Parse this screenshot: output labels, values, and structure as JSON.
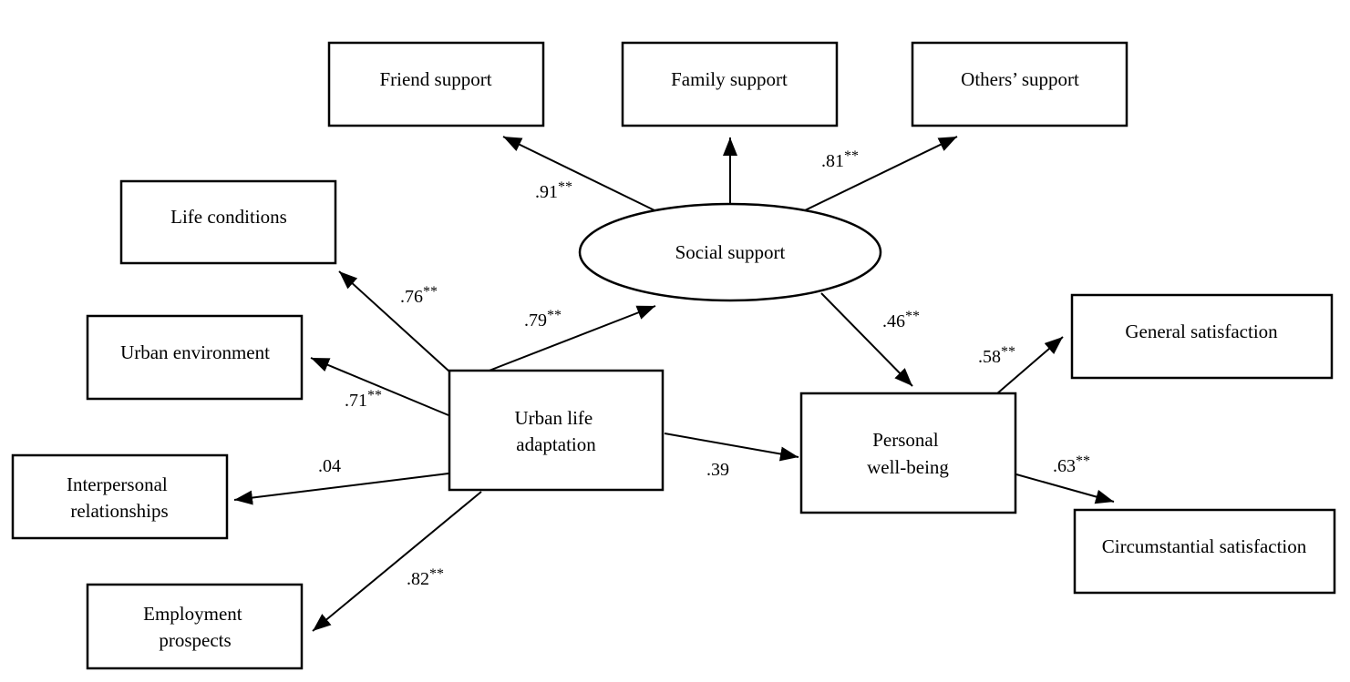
{
  "diagram": {
    "nodes": {
      "friend_support": {
        "lines": [
          "Friend support"
        ]
      },
      "family_support": {
        "lines": [
          "Family support"
        ]
      },
      "others_support": {
        "lines": [
          "Others’ support"
        ]
      },
      "life_conditions": {
        "lines": [
          "Life conditions"
        ]
      },
      "social_support": {
        "lines": [
          "Social support"
        ]
      },
      "urban_environment": {
        "lines": [
          "Urban environment"
        ]
      },
      "general_satisfaction": {
        "lines": [
          "General satisfaction"
        ]
      },
      "urban_life_adaptation": {
        "lines": [
          "Urban life",
          "adaptation"
        ]
      },
      "personal_well_being": {
        "lines": [
          "Personal",
          "well-being"
        ]
      },
      "interpersonal_relationships": {
        "lines": [
          "Interpersonal",
          "relationships"
        ]
      },
      "circumstantial_satisfaction": {
        "lines": [
          "Circumstantial satisfaction"
        ]
      },
      "employment_prospects": {
        "lines": [
          "Employment",
          "prospects"
        ]
      }
    },
    "paths": {
      "ss_friend": {
        "coef": ".91",
        "sig": "**"
      },
      "ss_family": {
        "coef": "",
        "sig": ""
      },
      "ss_others": {
        "coef": ".81",
        "sig": "**"
      },
      "ula_life": {
        "coef": ".76",
        "sig": "**"
      },
      "ula_ss": {
        "coef": ".79",
        "sig": "**"
      },
      "ss_pwb": {
        "coef": ".46",
        "sig": "**"
      },
      "ula_env": {
        "coef": ".71",
        "sig": "**"
      },
      "pwb_general": {
        "coef": ".58",
        "sig": "**"
      },
      "ula_inter": {
        "coef": ".04",
        "sig": ""
      },
      "ula_pwb": {
        "coef": ".39",
        "sig": ""
      },
      "pwb_circ": {
        "coef": ".63",
        "sig": "**"
      },
      "ula_emp": {
        "coef": ".82",
        "sig": "**"
      }
    }
  }
}
